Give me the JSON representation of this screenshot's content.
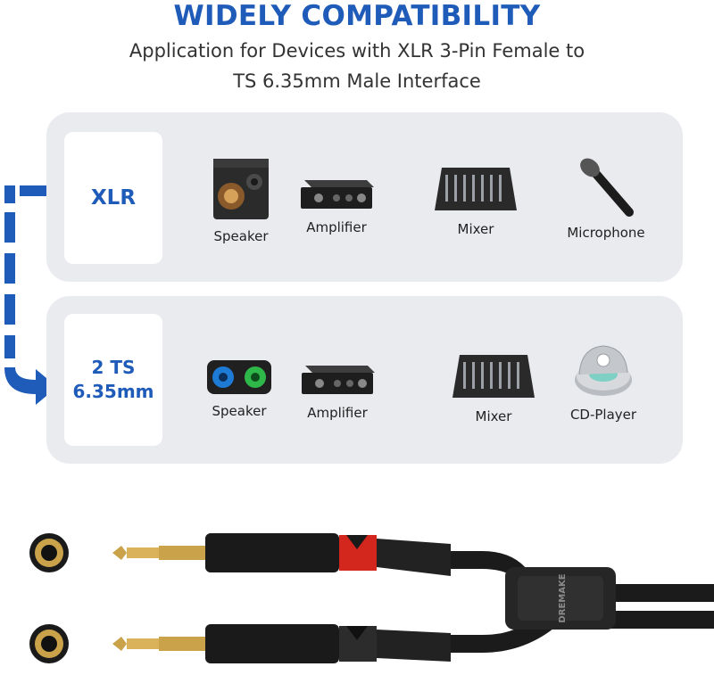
{
  "header": {
    "title": "WIDELY COMPATIBILITY",
    "subtitle_line1": "Application for Devices with XLR 3-Pin Female to",
    "subtitle_line2": "TS 6.35mm Male Interface"
  },
  "xlr_panel": {
    "label": "XLR",
    "devices": [
      {
        "label": "Speaker",
        "icon": "bookshelf-speaker-icon"
      },
      {
        "label": "Amplifier",
        "icon": "amplifier-icon"
      },
      {
        "label": "Mixer",
        "icon": "mixer-icon"
      },
      {
        "label": "Microphone",
        "icon": "microphone-icon"
      }
    ]
  },
  "ts_panel": {
    "label_line1": "2 TS",
    "label_line2": "6.35mm",
    "devices": [
      {
        "label": "Speaker",
        "icon": "bluetooth-speaker-icon"
      },
      {
        "label": "Amplifier",
        "icon": "amplifier-icon"
      },
      {
        "label": "Mixer",
        "icon": "mixer-icon"
      },
      {
        "label": "CD-Player",
        "icon": "cd-player-icon"
      }
    ]
  },
  "product": {
    "brand": "DREMAKE"
  },
  "colors": {
    "accent": "#1f5bb8",
    "panel": "#e9ebef",
    "connector_red": "#d3261c",
    "gold": "#c9a24a"
  }
}
